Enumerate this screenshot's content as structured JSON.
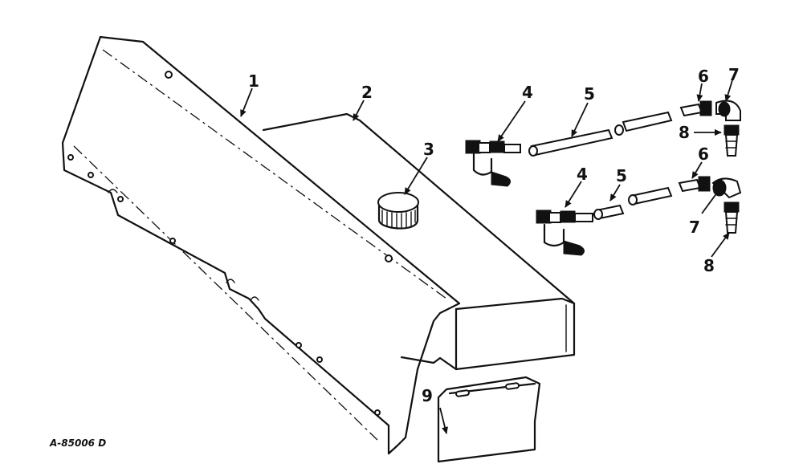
{
  "callouts": {
    "c1": "1",
    "c2": "2",
    "c3": "3",
    "c4a": "4",
    "c4b": "4",
    "c5a": "5",
    "c5b": "5",
    "c6a": "6",
    "c6b": "6",
    "c7a": "7",
    "c7b": "7",
    "c8a": "8",
    "c8b": "8",
    "c9": "9"
  },
  "drawing_code": "A-85006 D"
}
